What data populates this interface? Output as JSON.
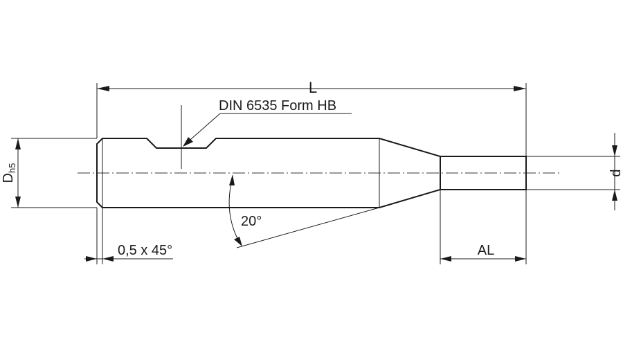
{
  "labels": {
    "overall_length": "L",
    "din_note": "DIN 6535 Form HB",
    "shank_diameter": "D",
    "shank_tolerance": "h5",
    "chamfer": "0,5 x 45°",
    "angle": "20°",
    "tip_length": "AL",
    "tip_diameter": "d"
  }
}
